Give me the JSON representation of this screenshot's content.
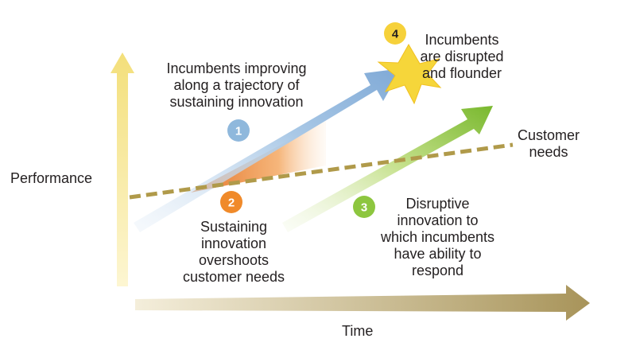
{
  "diagram": {
    "y_axis_label": "Performance",
    "x_axis_label": "Time",
    "customer_needs_label": "Customer\nneeds",
    "steps": [
      {
        "number": "1",
        "text": "Incumbents improving\nalong a trajectory of\nsustaining innovation",
        "color": "#8fb8dc"
      },
      {
        "number": "2",
        "text": "Sustaining\ninnovation\novershoots\ncustomer needs",
        "color": "#f08a2a"
      },
      {
        "number": "3",
        "text": "Disruptive\ninnovation to\nwhich incumbents\nhave ability to\nrespond",
        "color": "#8dc63f"
      },
      {
        "number": "4",
        "text": "Incumbents\nare disrupted\nand flounder",
        "color": "#f6d13a"
      }
    ],
    "colors": {
      "axis_y": "#f3df7a",
      "axis_x": "#a89a5c",
      "needs_line": "#b09a4a",
      "sustaining_arrow": "#8fb4da",
      "disruptive_arrow": "#8dc63f",
      "overshoot_fill": "#f08a2a",
      "star": "#f6d63a"
    }
  }
}
